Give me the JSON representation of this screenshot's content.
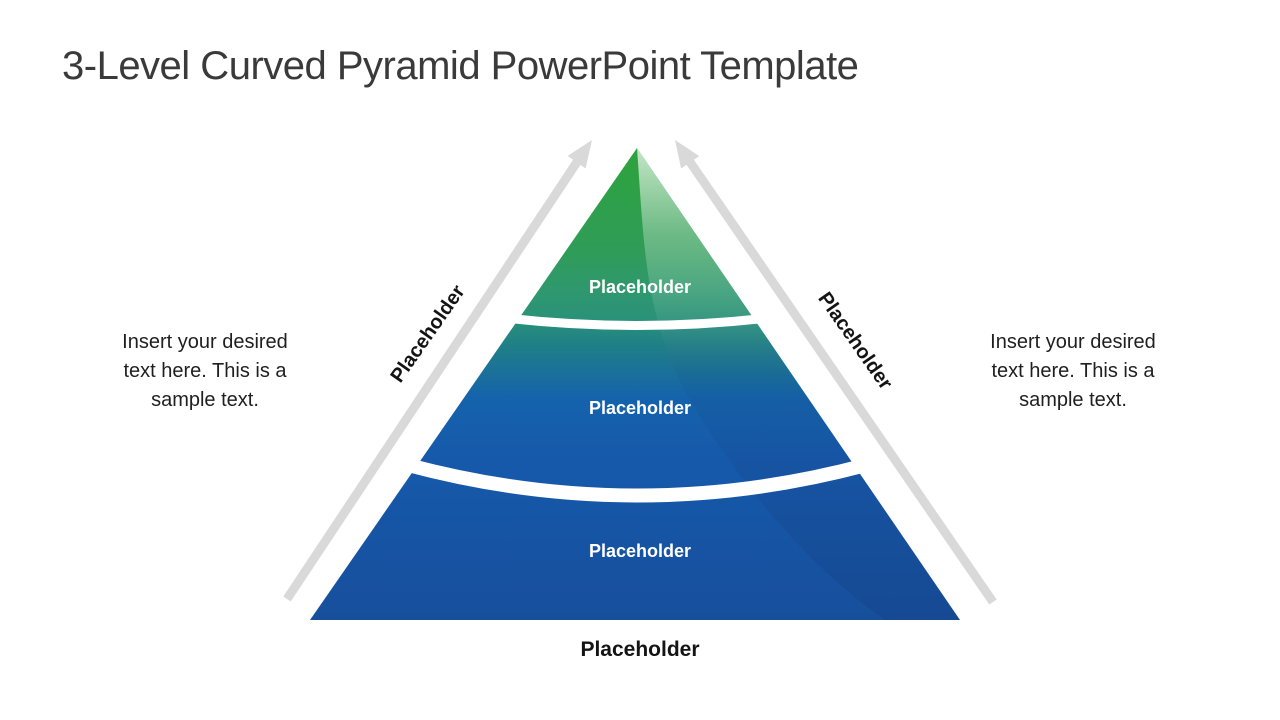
{
  "title": "3-Level Curved Pyramid PowerPoint Template",
  "pyramid": {
    "levels": [
      {
        "label": "Placeholder"
      },
      {
        "label": "Placeholder"
      },
      {
        "label": "Placeholder"
      }
    ],
    "base_label": "Placeholder"
  },
  "arrows": {
    "left_label": "Placeholder",
    "right_label": "Placeholder"
  },
  "side_text": {
    "left_lines": [
      "Insert your desired",
      "text here. This is a",
      "sample text."
    ],
    "right_lines": [
      "Insert your desired",
      "text here. This is a",
      "sample text."
    ]
  },
  "colors": {
    "green_top": "#2ea33c",
    "teal_mid": "#2a9278",
    "blue_mid": "#1563ac",
    "blue_dark": "#174f9c",
    "divider_white": "#ffffff",
    "arrow_gray": "#d9d9d9",
    "title_gray": "#3a3a3a"
  }
}
